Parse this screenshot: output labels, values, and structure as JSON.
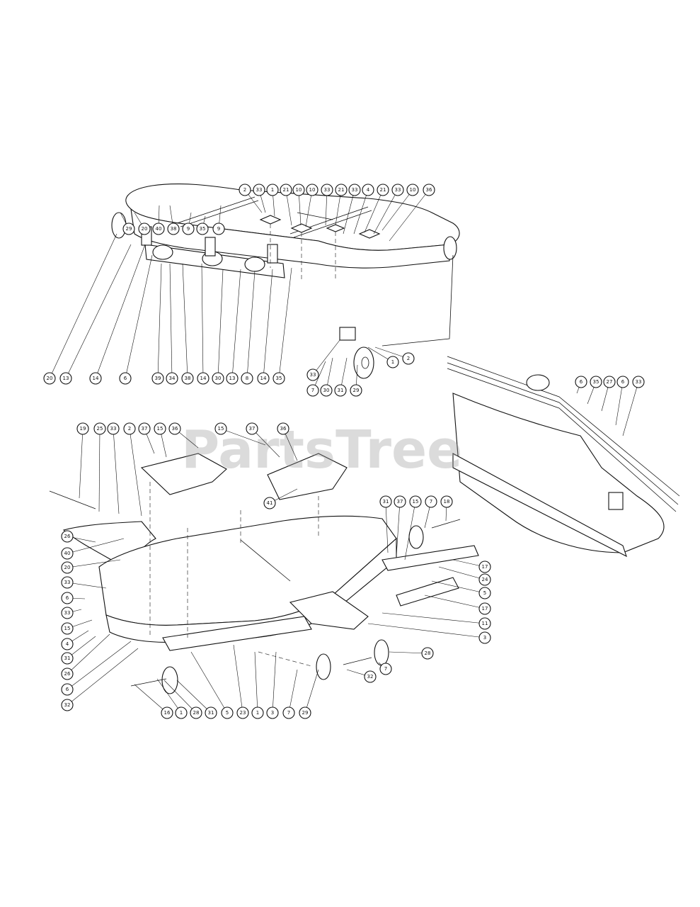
{
  "watermark": "PartsTree",
  "callouts": [
    {
      "label": "2"
    },
    {
      "label": "33"
    },
    {
      "label": "1"
    },
    {
      "label": "21"
    },
    {
      "label": "10"
    },
    {
      "label": "10"
    },
    {
      "label": "33"
    },
    {
      "label": "21"
    },
    {
      "label": "33"
    },
    {
      "label": "4"
    },
    {
      "label": "21"
    },
    {
      "label": "33"
    },
    {
      "label": "10"
    },
    {
      "label": "36"
    },
    {
      "label": "29"
    },
    {
      "label": "20"
    },
    {
      "label": "40"
    },
    {
      "label": "38"
    },
    {
      "label": "9"
    },
    {
      "label": "35"
    },
    {
      "label": "9"
    },
    {
      "label": "20"
    },
    {
      "label": "13"
    },
    {
      "label": "14"
    },
    {
      "label": "6"
    },
    {
      "label": "39"
    },
    {
      "label": "34"
    },
    {
      "label": "38"
    },
    {
      "label": "14"
    },
    {
      "label": "30"
    },
    {
      "label": "13"
    },
    {
      "label": "8"
    },
    {
      "label": "14"
    },
    {
      "label": "35"
    },
    {
      "label": "33"
    },
    {
      "label": "1"
    },
    {
      "label": "2"
    },
    {
      "label": "7"
    },
    {
      "label": "30"
    },
    {
      "label": "31"
    },
    {
      "label": "29"
    },
    {
      "label": "6"
    },
    {
      "label": "35"
    },
    {
      "label": "27"
    },
    {
      "label": "6"
    },
    {
      "label": "33"
    },
    {
      "label": "19"
    },
    {
      "label": "25"
    },
    {
      "label": "33"
    },
    {
      "label": "2"
    },
    {
      "label": "37"
    },
    {
      "label": "15"
    },
    {
      "label": "36"
    },
    {
      "label": "15"
    },
    {
      "label": "37"
    },
    {
      "label": "36"
    },
    {
      "label": "41"
    },
    {
      "label": "31"
    },
    {
      "label": "37"
    },
    {
      "label": "15"
    },
    {
      "label": "7"
    },
    {
      "label": "18"
    },
    {
      "label": "26"
    },
    {
      "label": "40"
    },
    {
      "label": "20"
    },
    {
      "label": "33"
    },
    {
      "label": "6"
    },
    {
      "label": "33"
    },
    {
      "label": "15"
    },
    {
      "label": "4"
    },
    {
      "label": "31"
    },
    {
      "label": "26"
    },
    {
      "label": "6"
    },
    {
      "label": "32"
    },
    {
      "label": "17"
    },
    {
      "label": "24"
    },
    {
      "label": "5"
    },
    {
      "label": "17"
    },
    {
      "label": "11"
    },
    {
      "label": "3"
    },
    {
      "label": "28"
    },
    {
      "label": "7"
    },
    {
      "label": "32"
    },
    {
      "label": "16"
    },
    {
      "label": "1"
    },
    {
      "label": "28"
    },
    {
      "label": "31"
    },
    {
      "label": "5"
    },
    {
      "label": "23"
    },
    {
      "label": "1"
    },
    {
      "label": "3"
    },
    {
      "label": "7"
    },
    {
      "label": "29"
    }
  ]
}
